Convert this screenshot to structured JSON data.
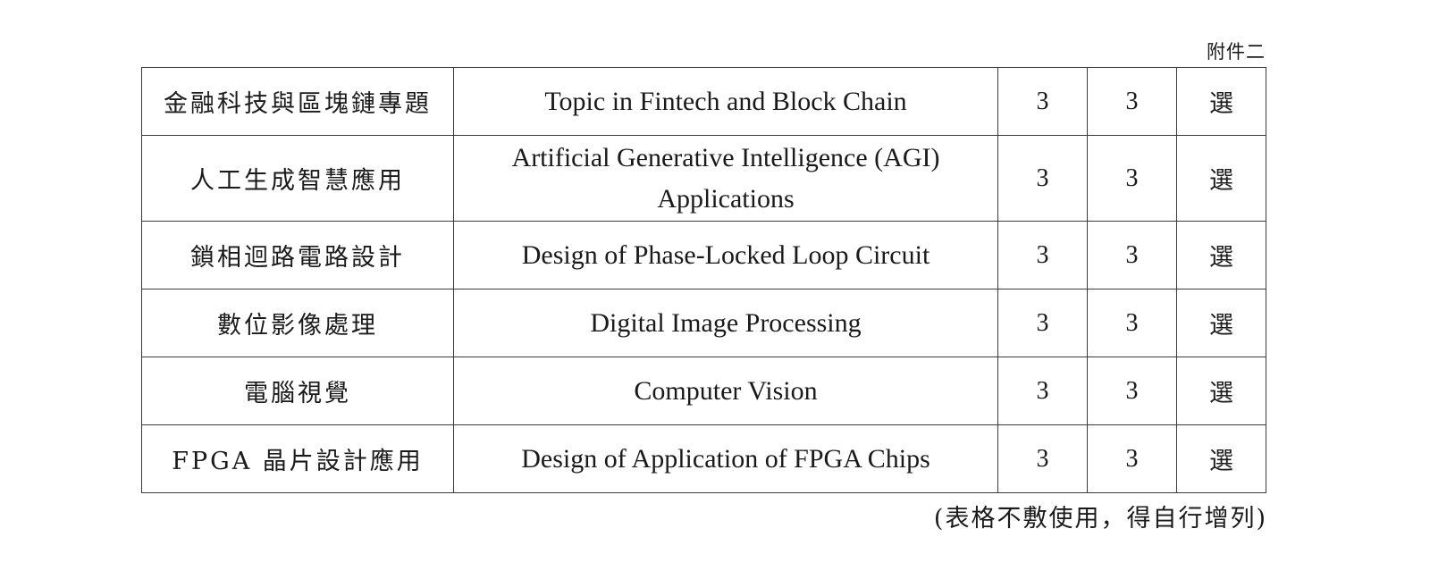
{
  "annex_label": "附件二",
  "rows": [
    {
      "zh": "金融科技與區塊鏈專題",
      "en": [
        "Topic in Fintech and Block Chain"
      ],
      "credits": "3",
      "hours": "3",
      "type": "選"
    },
    {
      "zh": "人工生成智慧應用",
      "en": [
        "Artificial Generative Intelligence (AGI)",
        "Applications"
      ],
      "credits": "3",
      "hours": "3",
      "type": "選"
    },
    {
      "zh": "鎖相迴路電路設計",
      "en": [
        "Design of Phase-Locked Loop Circuit"
      ],
      "credits": "3",
      "hours": "3",
      "type": "選"
    },
    {
      "zh": "數位影像處理",
      "en": [
        "Digital Image Processing"
      ],
      "credits": "3",
      "hours": "3",
      "type": "選"
    },
    {
      "zh": "電腦視覺",
      "en": [
        "Computer Vision"
      ],
      "credits": "3",
      "hours": "3",
      "type": "選"
    },
    {
      "zh": "FPGA 晶片設計應用",
      "en": [
        "Design of Application of FPGA Chips"
      ],
      "credits": "3",
      "hours": "3",
      "type": "選"
    }
  ],
  "footnote": "(表格不敷使用，得自行增列)"
}
